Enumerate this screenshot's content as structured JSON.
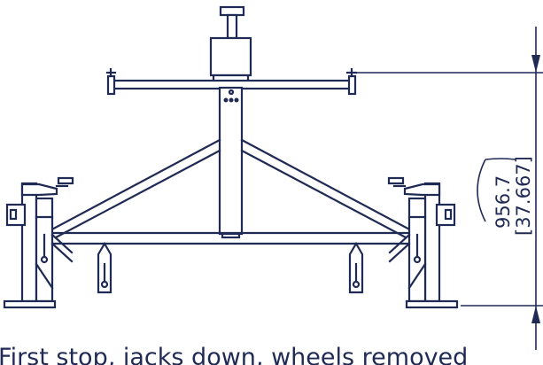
{
  "dimension": {
    "metric": "956.7",
    "imperial": "[37.667]"
  },
  "caption": "First stop, jacks down, wheels removed",
  "colors": {
    "line": "#1f2a55",
    "background": "#ffffff"
  }
}
